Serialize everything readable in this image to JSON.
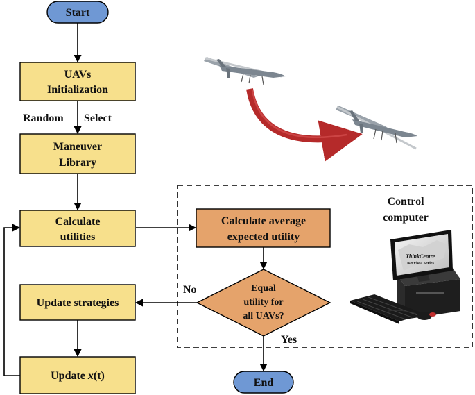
{
  "colors": {
    "terminal": "#6f98d4",
    "process": "#f7e08c",
    "highlight": "#e5a36b",
    "stroke": "#000000",
    "curved_arrow": "#b52a2a"
  },
  "nodes": {
    "start": "Start",
    "uav_init": [
      "UAVs",
      "Initialization"
    ],
    "maneuver": [
      "Maneuver",
      "Library"
    ],
    "calc_util": [
      "Calculate",
      "utilities"
    ],
    "update_strat": "Update strategies",
    "update_x_prefix": "Update ",
    "update_x_var": "x",
    "update_x_suffix": "(t)",
    "calc_avg": [
      "Calculate average",
      "expected utility"
    ],
    "decision": [
      "Equal",
      "utility for",
      "all UAVs?"
    ],
    "end": "End"
  },
  "edge_labels": {
    "random": "Random",
    "select": "Select",
    "no": "No",
    "yes": "Yes"
  },
  "control_box": {
    "label": [
      "Control",
      "computer"
    ],
    "brand": [
      "ThinkCentre",
      "NetVista Series"
    ]
  },
  "icons": [
    "uav-drone-icon",
    "uav-drone-icon",
    "curved-arrow",
    "desktop-computer-icon"
  ]
}
